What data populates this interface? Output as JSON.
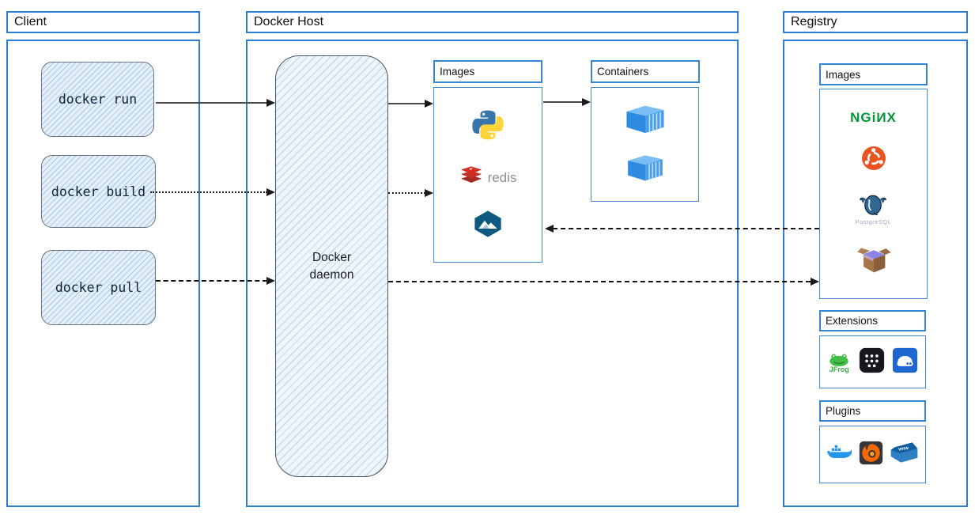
{
  "client": {
    "title": "Client",
    "commands": [
      {
        "label": "docker run",
        "arrow_style": "solid"
      },
      {
        "label": "docker build",
        "arrow_style": "dotted"
      },
      {
        "label": "docker pull",
        "arrow_style": "dashed"
      }
    ]
  },
  "docker_host": {
    "title": "Docker Host",
    "daemon_label": "Docker daemon",
    "images_panel": {
      "title": "Images",
      "icons": [
        "python-logo",
        "redis-logo",
        "alpine-logo"
      ],
      "redis_label": "redis"
    },
    "containers_panel": {
      "title": "Containers",
      "icons": [
        "container-3d-icon",
        "container-3d-icon"
      ]
    }
  },
  "registry": {
    "title": "Registry",
    "images_panel": {
      "title": "Images",
      "icons": [
        "nginx-logo",
        "ubuntu-logo",
        "postgresql-logo",
        "busybox-logo"
      ],
      "nginx_label": "NGiИX",
      "postgresql_label": "PostgreSQL"
    },
    "extensions_panel": {
      "title": "Extensions",
      "icons": [
        "jfrog-logo",
        "dots-grid-app-icon",
        "blue-server-app-icon"
      ],
      "jfrog_label": "JFrog"
    },
    "plugins_panel": {
      "title": "Plugins",
      "icons": [
        "docker-whale-logo",
        "grafana-logo",
        "vmware-logo"
      ],
      "vmware_label": "vmw"
    }
  },
  "connections": [
    {
      "from": "docker run",
      "to": "Docker daemon",
      "style": "solid"
    },
    {
      "from": "docker build",
      "to": "Docker daemon",
      "style": "dotted"
    },
    {
      "from": "docker pull",
      "to": "Docker daemon",
      "style": "dashed"
    },
    {
      "from": "Docker daemon",
      "to": "Host Images",
      "style": "solid"
    },
    {
      "from": "Docker daemon",
      "to": "Host Images",
      "style": "dotted"
    },
    {
      "from": "Host Images",
      "to": "Containers",
      "style": "solid"
    },
    {
      "from": "Registry Images",
      "to": "Host Images",
      "style": "dashed"
    },
    {
      "from": "Docker daemon",
      "to": "Registry Images",
      "style": "dashed"
    }
  ],
  "colors": {
    "frame_blue": "#2b7cd3",
    "panel_blue": "#3587d6",
    "arrow_dark": "#1a1a1a",
    "nginx_green": "#009639",
    "redis_red": "#c6302b",
    "ubuntu_orange": "#e95420",
    "docker_blue": "#2496ed",
    "grafana_orange": "#f46800",
    "alpine_teal": "#0d597f",
    "postgres_blue": "#336791"
  }
}
